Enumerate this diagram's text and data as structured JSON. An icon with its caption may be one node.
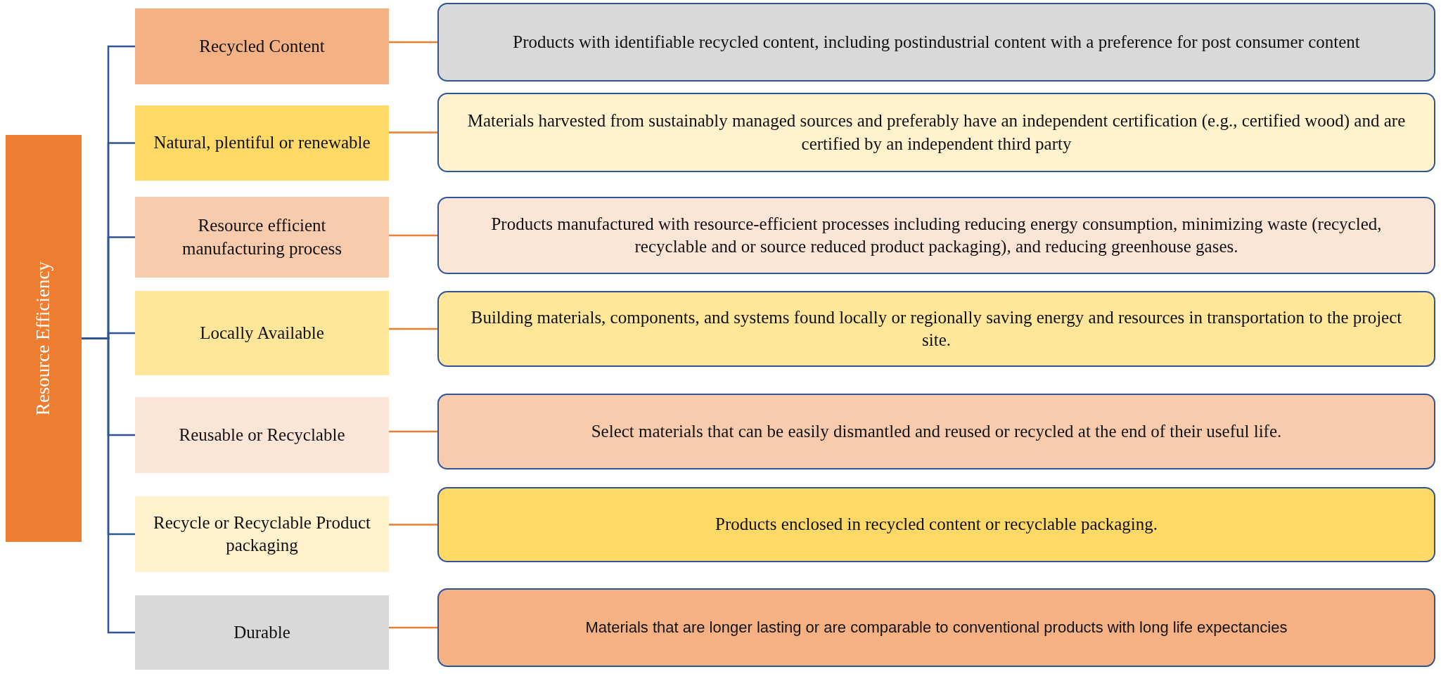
{
  "diagram": {
    "nodes": [
      {
        "text": [
          "Resource Efficiency"
        ]
      },
      {
        "text": [
          "Recycled Content"
        ]
      },
      {
        "text": [
          "Products with identifiable recycled content, including postindustrial content with a preference for post consumer content"
        ]
      },
      {
        "text": [
          "Natural, plentiful or renewable"
        ]
      },
      {
        "text": [
          "Materials harvested from sustainably managed sources and preferably have an independent certification (e.g., certified wood) and are certified by an independent third party"
        ]
      },
      {
        "text": [
          "Resource efficient manufacturing process"
        ]
      },
      {
        "text": [
          "Products manufactured with resource-efficient processes including reducing energy consumption, minimizing waste (recycled, recyclable and or source reduced product packaging), and reducing greenhouse gases."
        ]
      },
      {
        "text": [
          "Locally Available"
        ]
      },
      {
        "text": [
          "Building materials, components, and systems found locally or regionally saving energy and resources in transportation to the project site."
        ]
      },
      {
        "text": [
          "Reusable or Recyclable"
        ]
      },
      {
        "text": [
          "Select materials that can be easily dismantled and reused or recycled at the end of their useful life."
        ]
      },
      {
        "text": [
          "Recycle or Recyclable Product packaging"
        ]
      },
      {
        "text": [
          "Products enclosed in recycled content or recyclable packaging."
        ]
      },
      {
        "text": [
          "Durable"
        ]
      },
      {
        "text": [
          "Materials that are longer lasting or are comparable to conventional products with long life expectancies"
        ]
      }
    ],
    "edges": [
      {
        "from": 0,
        "to": 1,
        "arrow": "none"
      },
      {
        "from": 0,
        "to": 3,
        "arrow": "none"
      },
      {
        "from": 0,
        "to": 5,
        "arrow": "none"
      },
      {
        "from": 0,
        "to": 7,
        "arrow": "none"
      },
      {
        "from": 0,
        "to": 9,
        "arrow": "none"
      },
      {
        "from": 0,
        "to": 11,
        "arrow": "none"
      },
      {
        "from": 0,
        "to": 13,
        "arrow": "none"
      },
      {
        "from": 1,
        "to": 2,
        "arrow": "none",
        "color": "#ed7d31"
      },
      {
        "from": 3,
        "to": 4,
        "arrow": "none",
        "color": "#ed7d31"
      },
      {
        "from": 5,
        "to": 6,
        "arrow": "none",
        "color": "#ed7d31"
      },
      {
        "from": 7,
        "to": 8,
        "arrow": "none",
        "color": "#ed7d31"
      },
      {
        "from": 9,
        "to": 10,
        "arrow": "none",
        "color": "#ed7d31"
      },
      {
        "from": 11,
        "to": 12,
        "arrow": "none",
        "color": "#ed7d31"
      },
      {
        "from": 13,
        "to": 14,
        "arrow": "none",
        "color": "#ed7d31"
      }
    ]
  }
}
